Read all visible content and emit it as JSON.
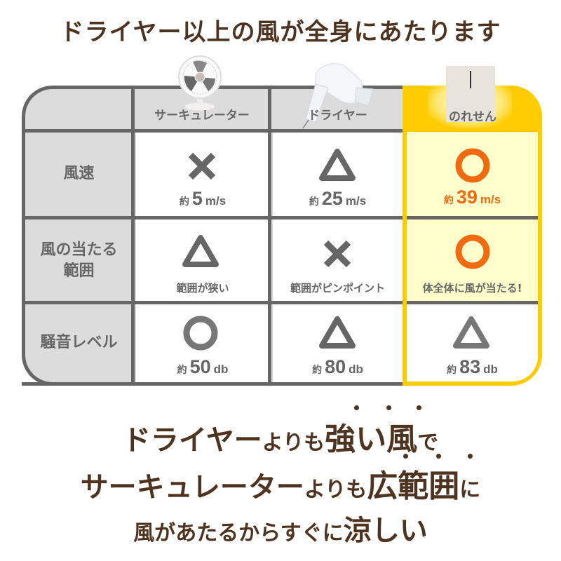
{
  "headline": "ドライヤー以上の風が全身にあたります",
  "colors": {
    "brown_text": "#4e3420",
    "table_gray": "#666666",
    "label_bg": "#dcdcdc",
    "highlight_border": "#ffcc00",
    "highlight_bg": "#ffffcc",
    "accent_orange": "#f26a10"
  },
  "table": {
    "columns": [
      {
        "label": "サーキュレーター",
        "image": "circulator-fan-image"
      },
      {
        "label": "ドライヤー",
        "image": "hair-dryer-image"
      },
      {
        "label": "のれせん",
        "image": "noresen-device-image",
        "highlighted": true
      }
    ],
    "rows": [
      {
        "label": "風速",
        "cells": [
          {
            "mark": "cross",
            "prefix": "約",
            "value": "5",
            "unit": "m/s"
          },
          {
            "mark": "triangle",
            "prefix": "約",
            "value": "25",
            "unit": "m/s"
          },
          {
            "mark": "circle",
            "prefix": "約",
            "value": "39",
            "unit": "m/s"
          }
        ]
      },
      {
        "label_line1": "風の当たる",
        "label_line2": "範囲",
        "cells": [
          {
            "mark": "triangle",
            "note": "範囲が狭い"
          },
          {
            "mark": "cross",
            "note": "範囲がピンポイント"
          },
          {
            "mark": "circle",
            "note": "体全体に風が当たる!"
          }
        ]
      },
      {
        "label": "騒音レベル",
        "cells": [
          {
            "mark": "circle",
            "prefix": "約",
            "value": "50",
            "unit": "db"
          },
          {
            "mark": "triangle",
            "prefix": "約",
            "value": "80",
            "unit": "db"
          },
          {
            "mark": "triangle",
            "prefix": "約",
            "value": "83",
            "unit": "db"
          }
        ]
      }
    ]
  },
  "tagline": {
    "line1": {
      "a": "ドライヤー",
      "b": "よりも",
      "c": "強い風",
      "d": "で"
    },
    "line2": {
      "a": "サーキュレーター",
      "b": "よりも",
      "c": "広範囲",
      "d": "に"
    },
    "line3": {
      "a": "風があたるからすぐに",
      "b": "涼しい"
    }
  }
}
